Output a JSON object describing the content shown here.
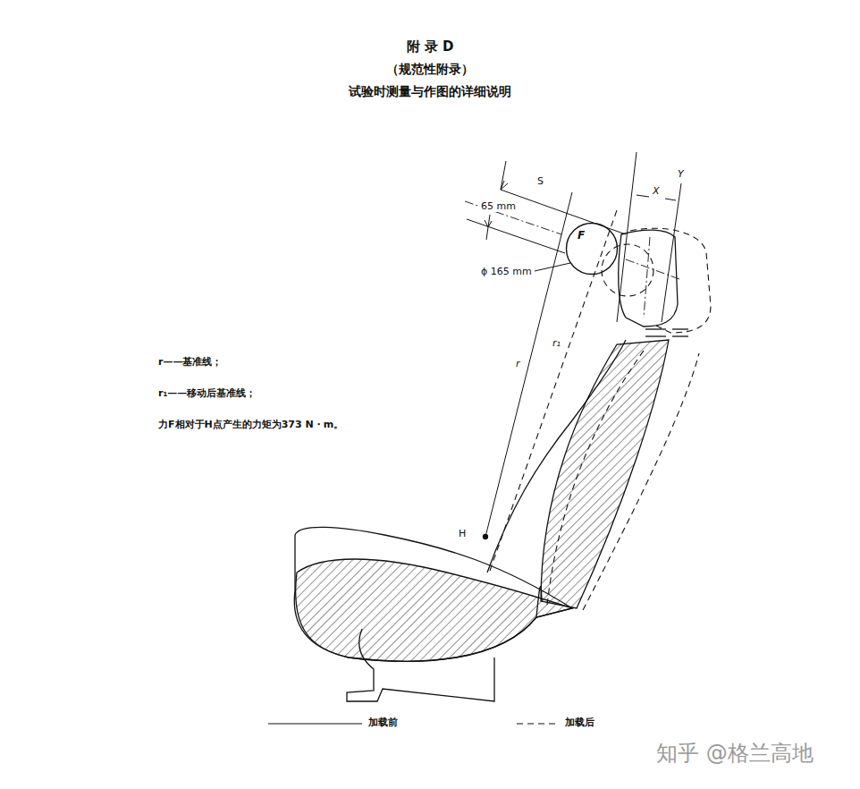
{
  "diagram": {
    "title": "附 录 D",
    "nodes": [
      {
        "text": [
          "F"
        ]
      }
    ],
    "labels": [
      "（规范性附录）",
      "试验时测量与作图的详细说明",
      "S",
      "65 mm",
      "X",
      "Y",
      "ϕ 165 mm",
      "r",
      "r₁",
      "H",
      "r——基准线；",
      "r₁——移动后基准线；",
      "力F相对于H点产生的力矩为373 N・m。",
      "知乎 @格兰高地"
    ],
    "legend": [
      {
        "text": "加载前"
      },
      {
        "text": "加载后"
      }
    ]
  }
}
